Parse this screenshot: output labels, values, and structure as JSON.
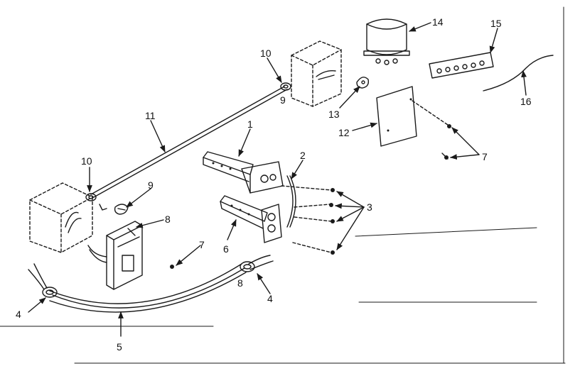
{
  "callouts": {
    "c1": "1",
    "c2": "2",
    "c3": "3",
    "c4a": "4",
    "c4b": "4",
    "c5": "5",
    "c6": "6",
    "c7a": "7",
    "c7b": "7",
    "c8a": "8",
    "c8b": "8",
    "c9a": "9",
    "c9b": "9",
    "c10a": "10",
    "c10b": "10",
    "c11": "11",
    "c12": "12",
    "c13": "13",
    "c14": "14",
    "c15": "15",
    "c16": "16"
  }
}
